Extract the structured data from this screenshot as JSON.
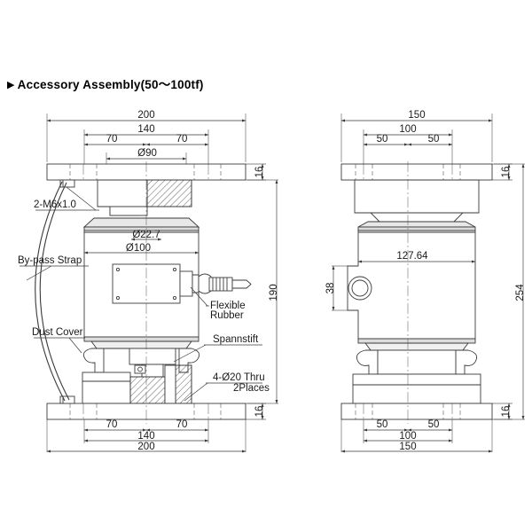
{
  "page": {
    "title_marker": "▶",
    "title": "Accessory Assembly(50～100tf)",
    "background": "#ffffff",
    "line_color": "#3a3a3a",
    "text_color": "#1a1a1a"
  },
  "front_view": {
    "name": "front-elevation",
    "dimensions": {
      "top_overall": "200",
      "top_inner": "140",
      "top_left_half": "70",
      "top_right_half": "70",
      "top_bore": "Ø90",
      "top_plate_thickness": "16",
      "body_bore": "Ø22.7",
      "body_outer": "Ø100",
      "overall_height": "190",
      "bottom_left_half": "70",
      "bottom_right_half": "70",
      "bottom_inner": "140",
      "bottom_overall": "200",
      "bottom_plate_thickness": "16"
    },
    "callouts": {
      "bolt": "2-M6x1.0",
      "strap": "By-pass Strap",
      "dust_cover": "Dust Cover",
      "flexible_rubber_line1": "Flexible",
      "flexible_rubber_line2": "Rubber",
      "spannstift": "Spannstift",
      "thru_hole_line1": "4-Ø20 Thru",
      "thru_hole_line2": "2Places"
    }
  },
  "side_view": {
    "name": "side-elevation",
    "dimensions": {
      "top_overall": "150",
      "top_inner": "100",
      "top_left_half": "50",
      "top_right_half": "50",
      "top_plate_thickness": "16",
      "body_width": "127.64",
      "boss_height": "38",
      "overall_height": "254",
      "bottom_left_half": "50",
      "bottom_right_half": "50",
      "bottom_inner": "100",
      "bottom_overall": "150",
      "bottom_plate_thickness": "16"
    }
  }
}
